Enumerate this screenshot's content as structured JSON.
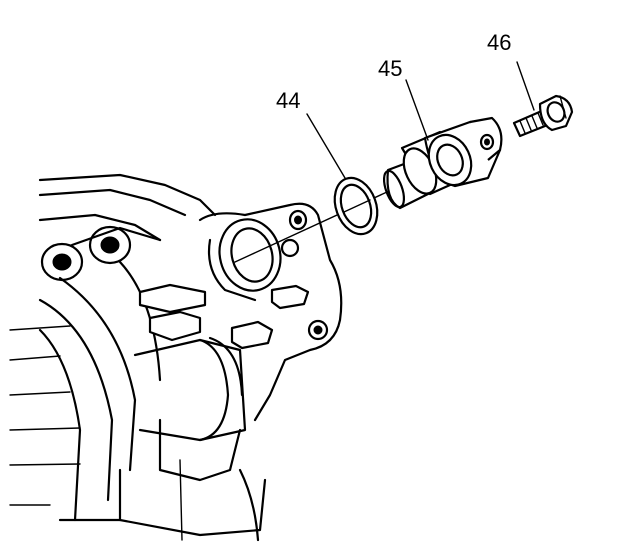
{
  "callouts": [
    {
      "id": "oring",
      "label": "44"
    },
    {
      "id": "sensor",
      "label": "45"
    },
    {
      "id": "bolt",
      "label": "46"
    }
  ],
  "colors": {
    "line": "#000000",
    "background": "#ffffff"
  }
}
